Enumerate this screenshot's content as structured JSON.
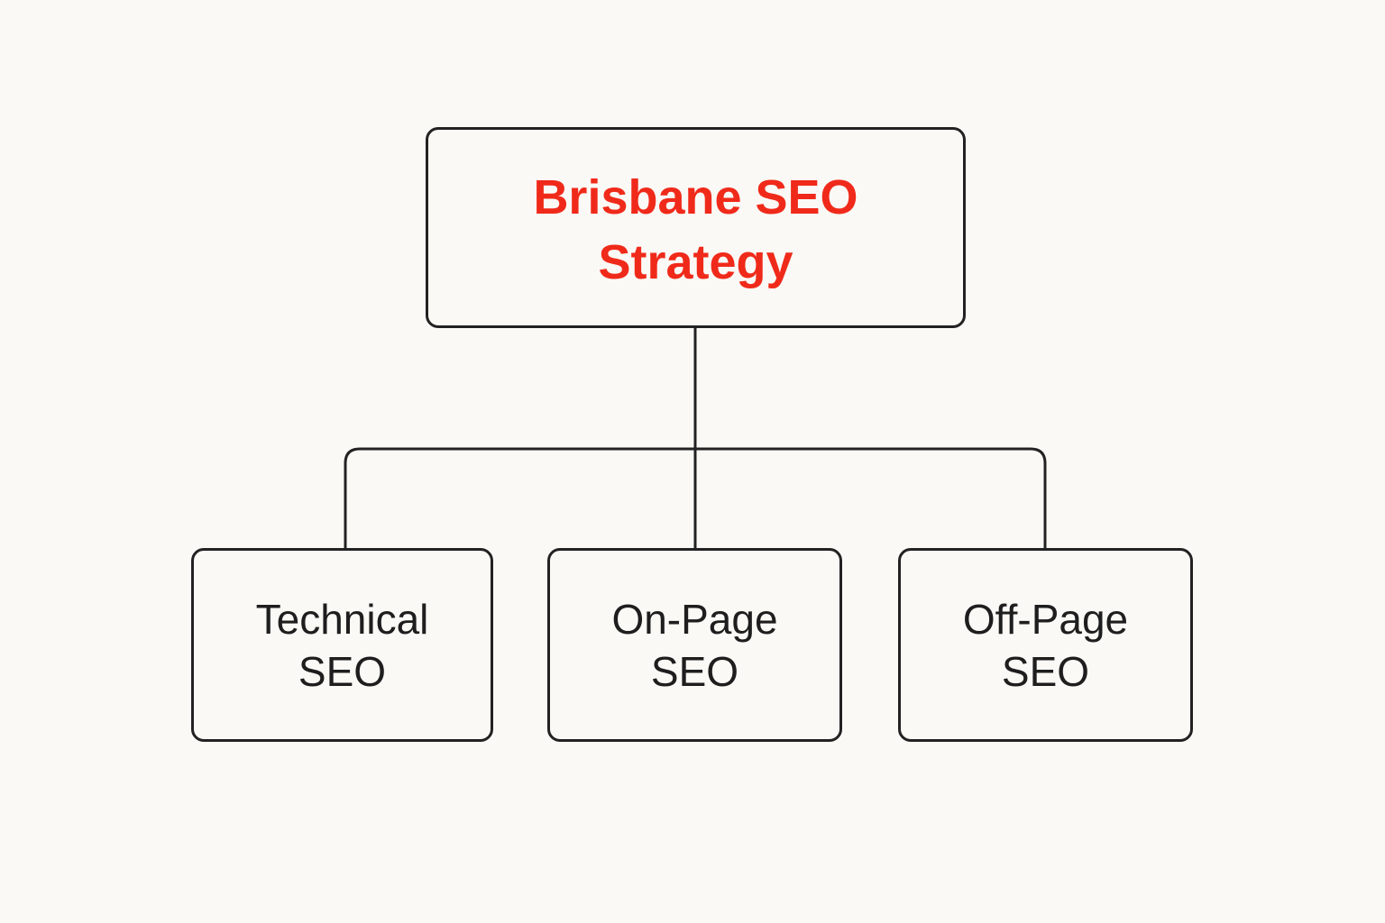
{
  "diagram": {
    "root": {
      "line1": "Brisbane SEO",
      "line2": "Strategy"
    },
    "children": [
      {
        "line1": "Technical",
        "line2": "SEO"
      },
      {
        "line1": "On-Page",
        "line2": "SEO"
      },
      {
        "line1": "Off-Page",
        "line2": "SEO"
      }
    ]
  },
  "colors": {
    "background": "#FAF9F5",
    "root_text": "#F02A1A",
    "child_text": "#1E1E1E",
    "stroke": "#222222"
  }
}
